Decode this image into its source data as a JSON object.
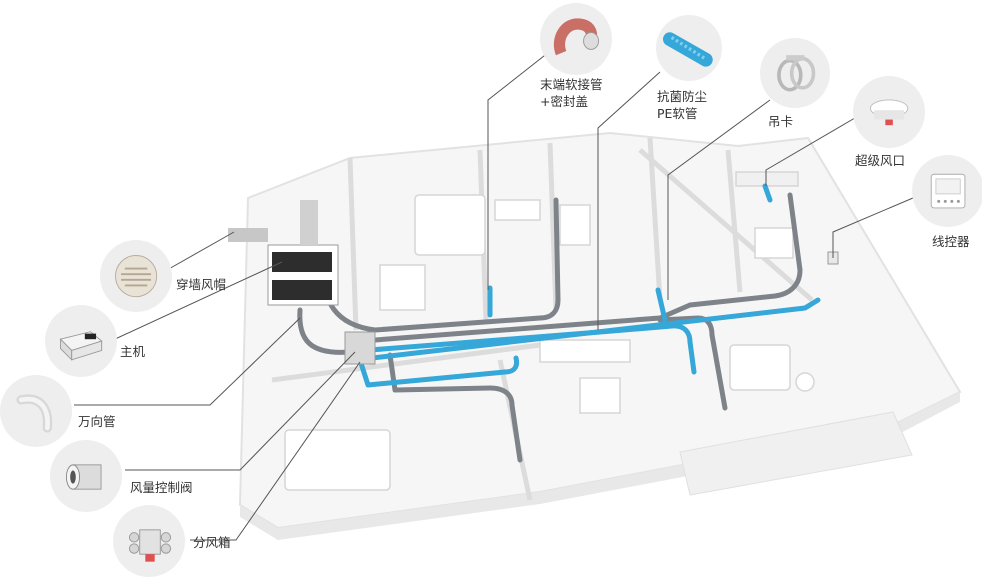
{
  "colors": {
    "duct_blue": "#35a7d8",
    "duct_gray": "#7e8389",
    "leader_line": "#555555",
    "floor": "#f4f4f4",
    "wall": "#ffffff",
    "callout_bg": "#eeeeee"
  },
  "components": {
    "terminal_hose": {
      "label": "末端软接管\n+密封盖",
      "icon": "flexible-duct-icon"
    },
    "antibacterial_pe_hose": {
      "label": "抗菌防尘\nPE软管",
      "icon": "pe-hose-icon"
    },
    "hanger_clip": {
      "label": "吊卡",
      "icon": "hanger-clip-icon"
    },
    "super_vent": {
      "label": "超级风口",
      "icon": "ceiling-vent-icon"
    },
    "wire_controller": {
      "label": "线控器",
      "icon": "wall-controller-icon"
    },
    "wall_cap": {
      "label": "穿墙风帽",
      "icon": "wall-cap-icon"
    },
    "main_unit": {
      "label": "主机",
      "icon": "main-unit-icon"
    },
    "universal_elbow": {
      "label": "万向管",
      "icon": "elbow-pipe-icon"
    },
    "air_volume_valve": {
      "label": "风量控制阀",
      "icon": "damper-valve-icon"
    },
    "distribution_box": {
      "label": "分风箱",
      "icon": "distribution-box-icon"
    }
  }
}
